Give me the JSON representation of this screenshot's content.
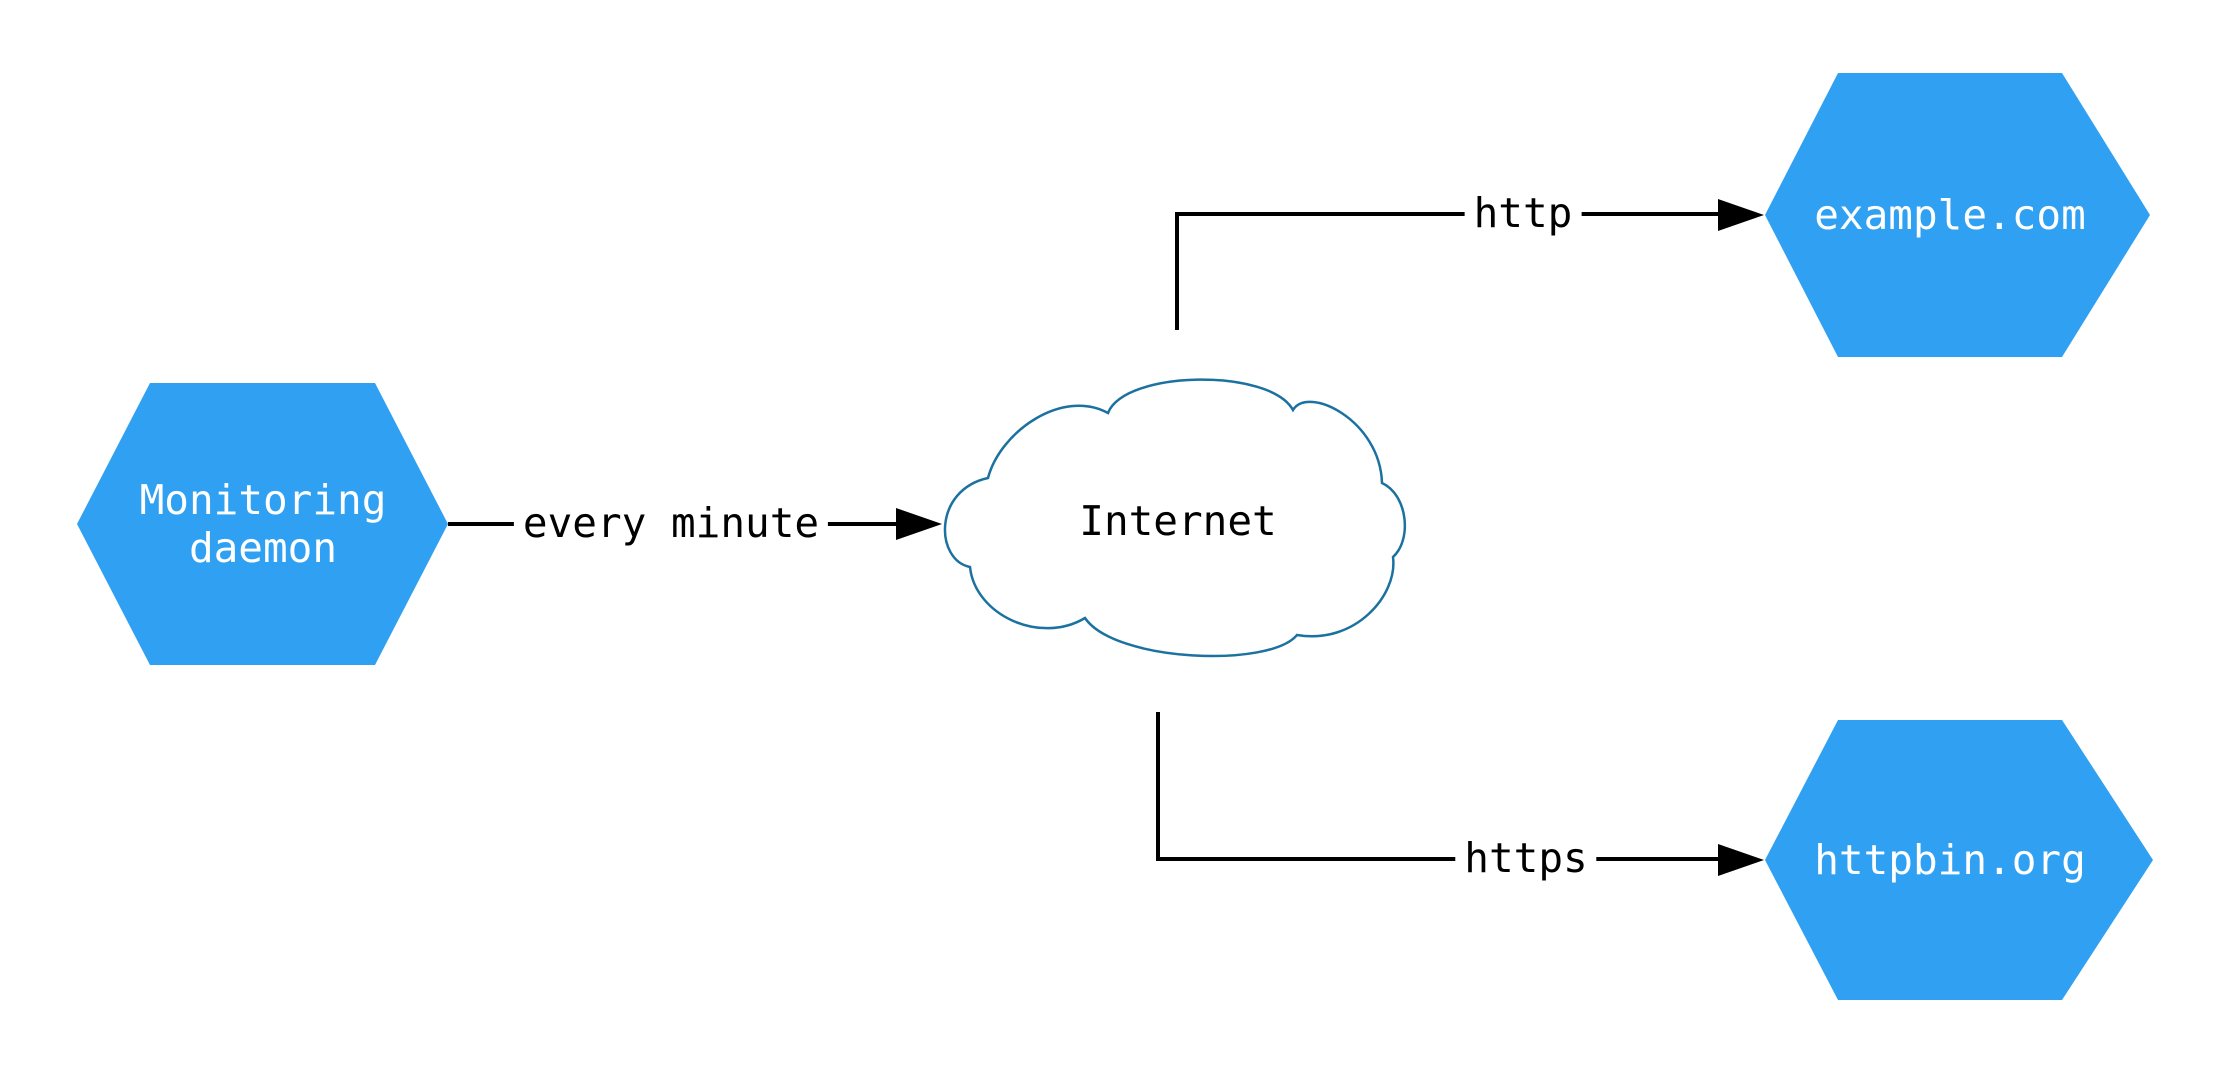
{
  "colors": {
    "node_fill": "#2FA0F2",
    "node_text": "#ffffff",
    "cloud_fill": "#ffffff",
    "cloud_stroke": "#1B719F",
    "edge_color": "#000000",
    "label_text": "#000000",
    "background": "#ffffff"
  },
  "nodes": {
    "monitoring_daemon": {
      "line1": "Monitoring",
      "line2": "daemon"
    },
    "internet": {
      "label": "Internet"
    },
    "example": {
      "label": "example.com"
    },
    "httpbin": {
      "label": "httpbin.org"
    }
  },
  "edges": {
    "every_minute": {
      "label": "every minute"
    },
    "http": {
      "label": "http"
    },
    "https": {
      "label": "https"
    }
  }
}
